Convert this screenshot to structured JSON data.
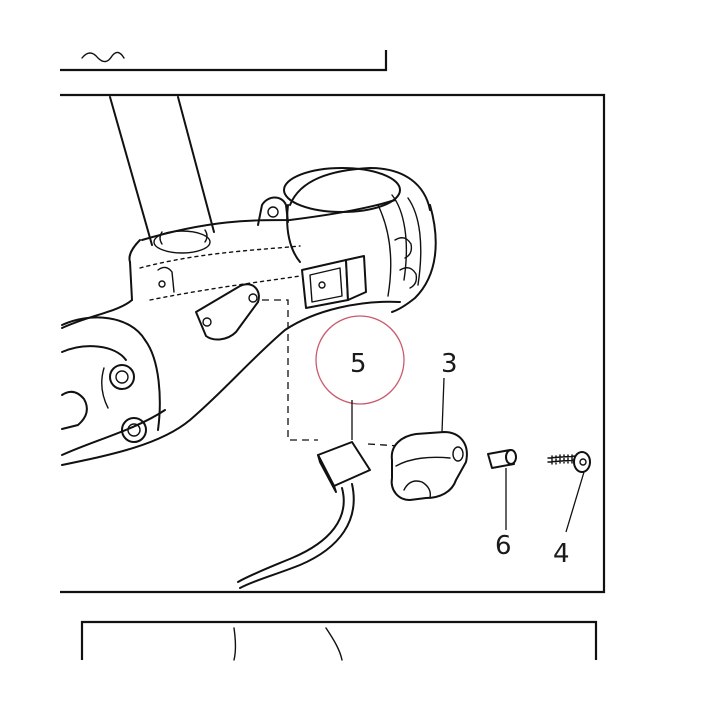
{
  "callouts": {
    "c5": "5",
    "c3": "3",
    "c6": "6",
    "c4": "4"
  },
  "colors": {
    "line": "#111111",
    "highlight_circle": "#c85a6e",
    "background": "#ffffff"
  }
}
